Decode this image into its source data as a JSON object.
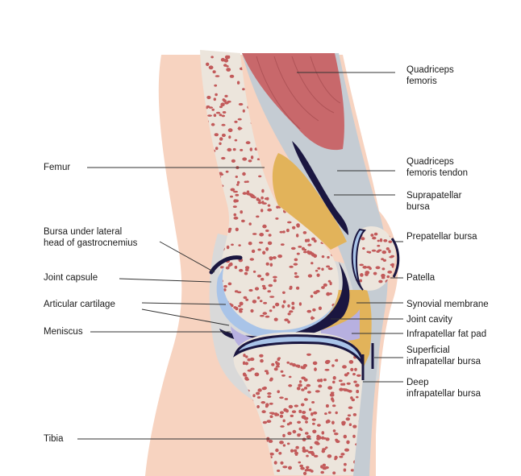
{
  "labels": {
    "quadriceps_femoris": [
      "Quadriceps",
      "femoris"
    ],
    "quadriceps_tendon": [
      "Quadriceps",
      "femoris tendon"
    ],
    "suprapatellar_bursa": [
      "Suprapatellar",
      "bursa"
    ],
    "prepatellar_bursa": "Prepatellar bursa",
    "patella": "Patella",
    "synovial_membrane": "Synovial membrane",
    "joint_cavity": "Joint cavity",
    "infrapatellar_fat_pad": "Infrapatellar fat pad",
    "superficial_infrapatellar_bursa": [
      "Superficial",
      "infrapatellar bursa"
    ],
    "deep_infrapatellar_bursa": [
      "Deep",
      "infrapatellar bursa"
    ],
    "femur": "Femur",
    "bursa_gastrocnemius": [
      "Bursa under lateral",
      "head of gastrocnemius"
    ],
    "joint_capsule": "Joint capsule",
    "articular_cartilage": "Articular cartilage",
    "meniscus": "Meniscus",
    "tibia": "Tibia"
  },
  "colors": {
    "skin": "#f7d3c0",
    "bone_shell": "#ece5dc",
    "marrow_dot": "#c25a5a",
    "cartilage": "#a9c4e8",
    "synovial": "#1a1640",
    "muscle": "#c8686b",
    "tendon": "#c5ccd3",
    "fat": "#e2b35a",
    "capsule_grey": "#d9d9d9"
  }
}
